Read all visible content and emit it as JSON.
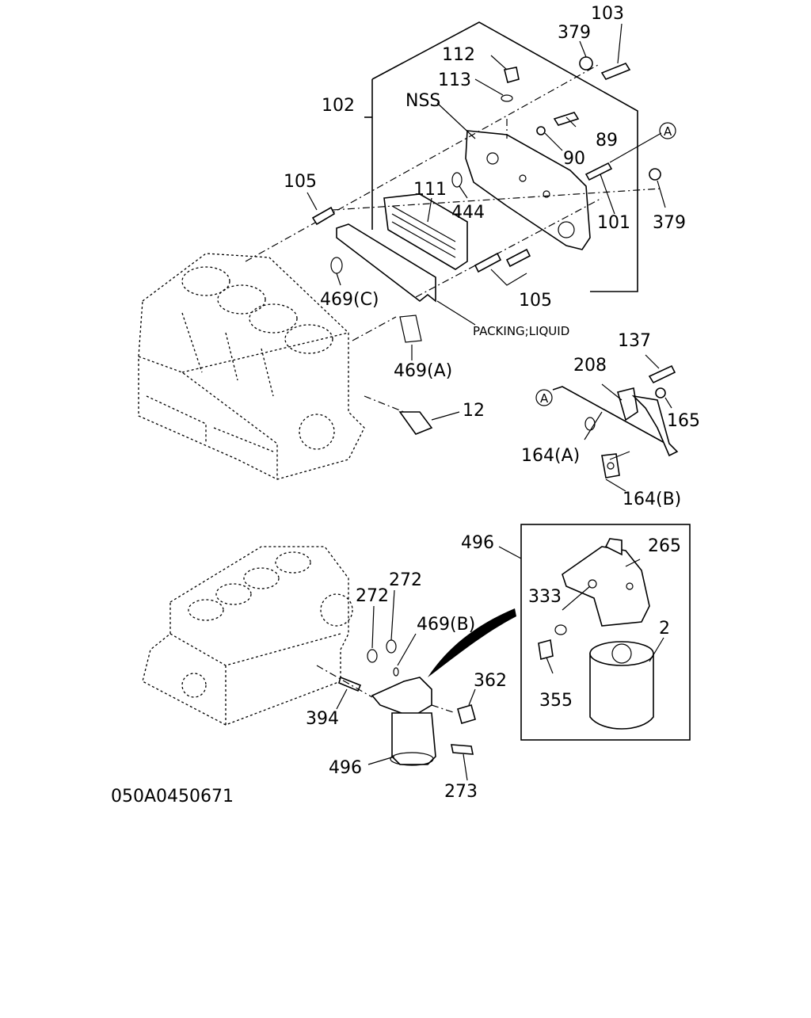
{
  "diagram": {
    "code": "050A0450671",
    "callouts": {
      "c103": "103",
      "c379_top": "379",
      "c112": "112",
      "c113": "113",
      "cNSS": "NSS",
      "c102": "102",
      "c89": "89",
      "c90": "90",
      "cA_top": "A",
      "c105_left": "105",
      "c111": "111",
      "c444": "444",
      "c101": "101",
      "c379_right": "379",
      "c469C": "469(C)",
      "c105_bottom": "105",
      "cPacking": "PACKING;LIQUID",
      "c469A": "469(A)",
      "c12": "12",
      "c137": "137",
      "c208": "208",
      "cA_bottom": "A",
      "c165": "165",
      "c164A": "164(A)",
      "c164B": "164(B)",
      "c496_top": "496",
      "c265": "265",
      "c333": "333",
      "c2": "2",
      "c355": "355",
      "c272_a": "272",
      "c272_b": "272",
      "c469B": "469(B)",
      "c362": "362",
      "c394": "394",
      "c496_bottom": "496",
      "c273": "273"
    }
  }
}
